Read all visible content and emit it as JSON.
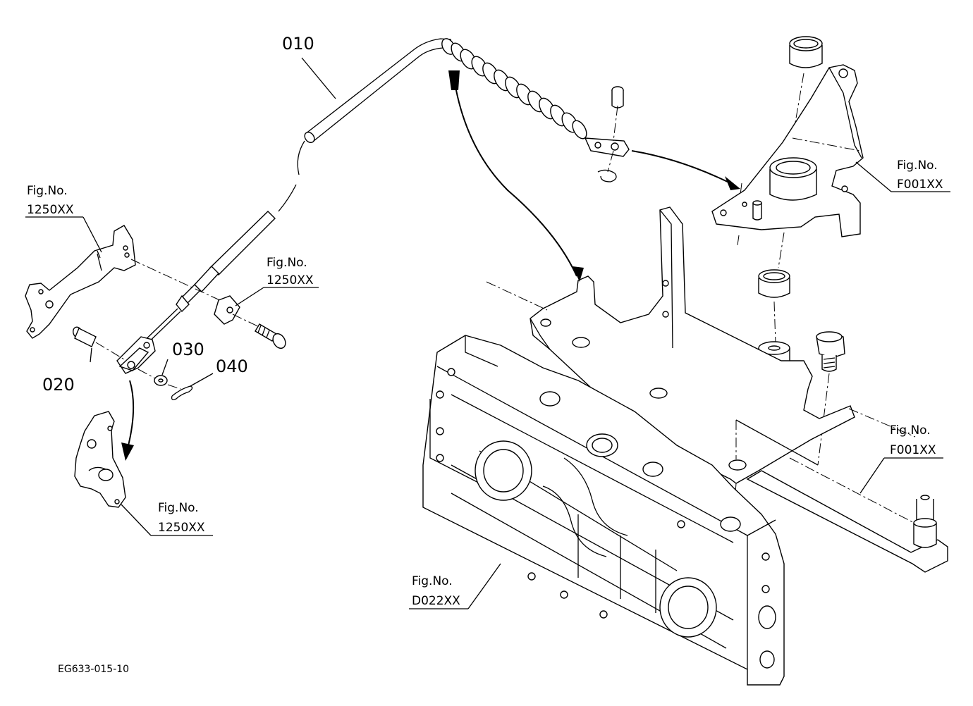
{
  "labels": {
    "part_010": "010",
    "part_020": "020",
    "part_030": "030",
    "part_040": "040",
    "ref_left_top": {
      "line1": "Fig.No.",
      "line2": "1250XX"
    },
    "ref_left_mid": {
      "line1": "Fig.No.",
      "line2": "1250XX"
    },
    "ref_left_bottom": {
      "line1": "Fig.No.",
      "line2": "1250XX"
    },
    "ref_right_top": {
      "line1": "Fig.No.",
      "line2": "F001XX"
    },
    "ref_right_mid": {
      "line1": "Fig.No.",
      "line2": "F001XX"
    },
    "ref_bottom_center": {
      "line1": "Fig.No.",
      "line2": "D022XX"
    }
  },
  "drawing_code": "EG633-015-10"
}
